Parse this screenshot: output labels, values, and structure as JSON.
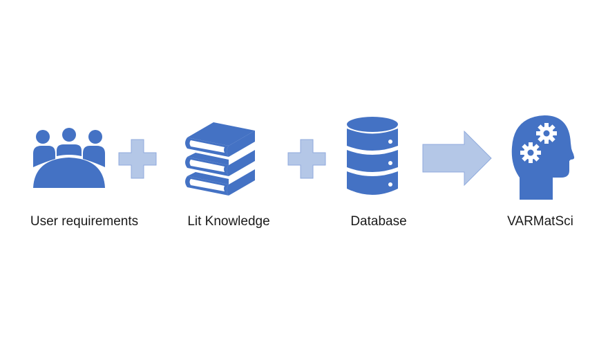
{
  "colors": {
    "primary": "#4472c4",
    "connector": "#b4c7e7",
    "connector_border": "#8faadc"
  },
  "steps": [
    {
      "label": "User requirements",
      "icon": "group-users-icon"
    },
    {
      "label": "Lit Knowledge",
      "icon": "stacked-books-icon"
    },
    {
      "label": "Database",
      "icon": "database-icon"
    },
    {
      "label": "VARMatSci",
      "icon": "head-gears-icon"
    }
  ],
  "connectors": [
    "plus-icon",
    "plus-icon",
    "arrow-right-icon"
  ]
}
